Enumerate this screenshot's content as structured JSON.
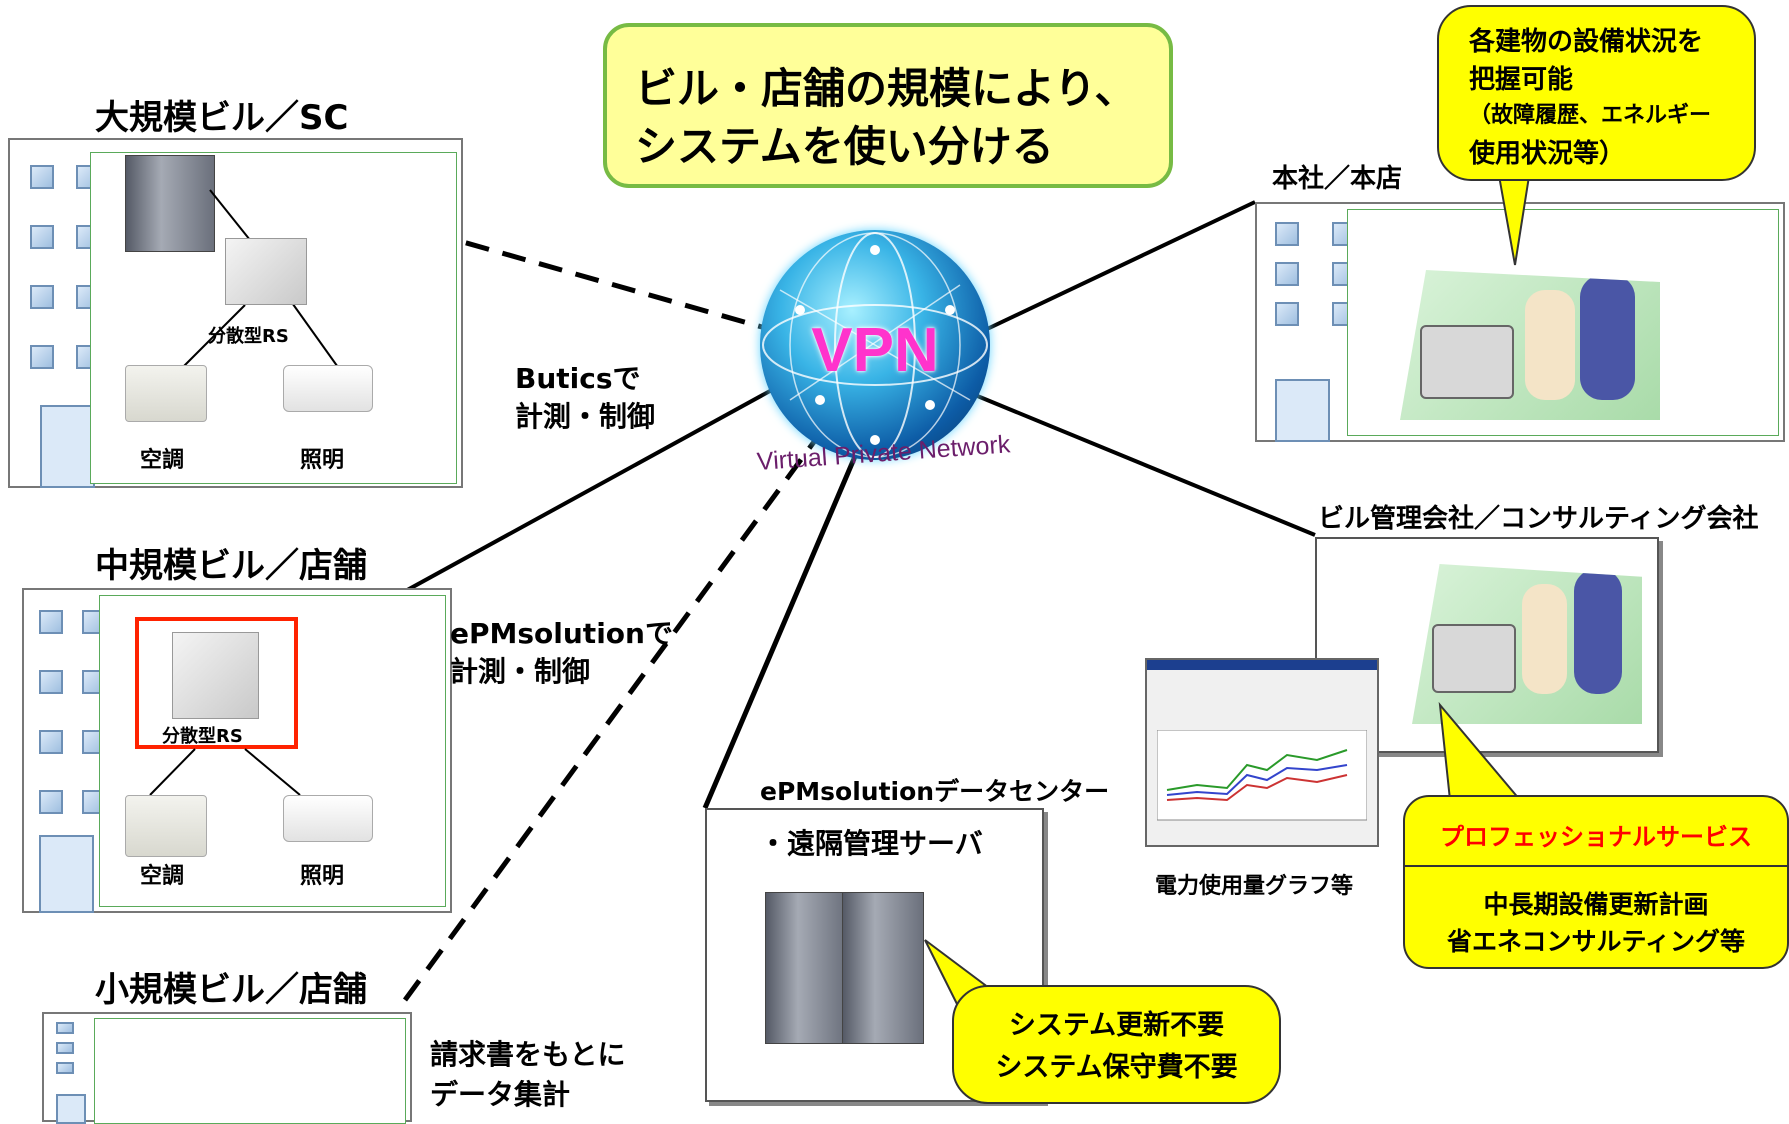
{
  "headline": {
    "line1": "ビル・店舗の規模により、",
    "line2": "システムを使い分ける"
  },
  "large": {
    "title": "大規模ビル／SC",
    "rs_label": "分散型RS",
    "hvac": "空調",
    "light": "照明",
    "method_l1": "Buticsで",
    "method_l2": "計測・制御"
  },
  "medium": {
    "title": "中規模ビル／店舗",
    "rs_label": "分散型RS",
    "hvac": "空調",
    "light": "照明",
    "method_l1": "ePMsolutionで",
    "method_l2": "計測・制御"
  },
  "small": {
    "title": "小規模ビル／店舗",
    "method_l1": "請求書をもとに",
    "method_l2": "データ集計"
  },
  "vpn": {
    "text": "VPN",
    "subtitle": "Virtual Private Network"
  },
  "hq": {
    "title": "本社／本店"
  },
  "hq_callout": {
    "l1": "各建物の設備状況を",
    "l2": "把握可能",
    "l3": "（故障履歴、エネルギー",
    "l4": "使用状況等）"
  },
  "mgmt": {
    "title": "ビル管理会社／コンサルティング会社",
    "graph_caption": "電力使用量グラフ等"
  },
  "pro_callout": {
    "header": "プロフェッショナルサービス",
    "l1": "中長期設備更新計画",
    "l2": "省エネコンサルティング等",
    "header_color": "#ff0000"
  },
  "datacenter": {
    "l1": "ePMsolutionデータセンター",
    "l2": "・遠隔管理サーバ"
  },
  "dc_callout": {
    "l1": "システム更新不要",
    "l2": "システム保守費不要"
  },
  "colors": {
    "callout_yellow": "#ffff00",
    "headline_bg": "#ffff99",
    "headline_border": "#77bb44",
    "highlight_red": "#ff2200"
  }
}
